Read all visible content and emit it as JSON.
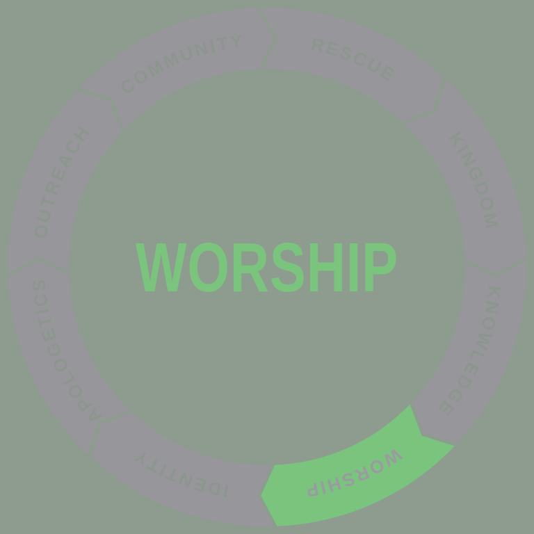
{
  "title": {
    "text": "WORSHIP"
  },
  "colors": {
    "background": "#8D9C8F",
    "ring": "#97979B",
    "highlight": "#7BC47E",
    "title_green": "#7BC47E",
    "label_on_ring": "#8C968E",
    "label_on_highlight": "#9A9BA0",
    "separator": "#8D9C8F"
  },
  "wheel": {
    "direction": "clockwise",
    "segments": [
      {
        "label": "RESCUE",
        "highlighted": false
      },
      {
        "label": "KINGDOM",
        "highlighted": false
      },
      {
        "label": "KNOWLEDGE",
        "highlighted": false
      },
      {
        "label": "WORSHIP",
        "highlighted": true
      },
      {
        "label": "IDENTITY",
        "highlighted": false
      },
      {
        "label": "APOLOGETICS",
        "highlighted": false
      },
      {
        "label": "OUTREACH",
        "highlighted": false
      },
      {
        "label": "COMMUNITY",
        "highlighted": false
      }
    ]
  }
}
